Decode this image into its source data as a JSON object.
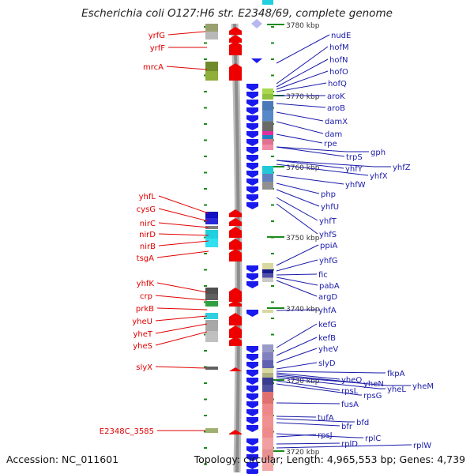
{
  "title": "Escherichia coli O127:H6 str. E2348/69, complete genome",
  "footer": {
    "accession": "Accession: NC_011601",
    "summary": "Topology: circular; Length: 4,965,553 bp; Genes: 4,739"
  },
  "colors": {
    "left_label": "#e00000",
    "right_label": "#1a1aaa",
    "forward_arrow": "#ee0000",
    "reverse_arrow": "#1a1aee",
    "backbone": "#8c8c8c",
    "tick": "#1a8a1a"
  },
  "tick_labels": [
    "3780 kbp",
    "3770 kbp",
    "3760 kbp",
    "3750 kbp",
    "3740 kbp",
    "3730 kbp",
    "3720 kbp"
  ],
  "left_genes": [
    "yrfG",
    "yrfF",
    "mrcA",
    "yhfL",
    "cysG",
    "nirC",
    "nirD",
    "nirB",
    "tsgA",
    "yhfK",
    "crp",
    "prkB",
    "yheU",
    "yheT",
    "yheS",
    "slyX",
    "E2348C_3585"
  ],
  "right_genes": [
    "nudE",
    "hofM",
    "hofN",
    "hofO",
    "hofQ",
    "aroK",
    "aroB",
    "damX",
    "dam",
    "rpe",
    "trpS",
    "gph",
    "yhfY",
    "yhfZ",
    "yhfX",
    "yhfW",
    "php",
    "yhfU",
    "yhfT",
    "yhfS",
    "ppiA",
    "yhfG",
    "fic",
    "pabA",
    "argD",
    "yhfA",
    "kefG",
    "kefB",
    "yheV",
    "slyD",
    "yheO",
    "fkpA",
    "yheN",
    "yheM",
    "yheL",
    "rpsL",
    "rpsG",
    "fusA",
    "tufA",
    "bfd",
    "bfr",
    "rplC",
    "rpsJ",
    "rplD",
    "rplW"
  ]
}
